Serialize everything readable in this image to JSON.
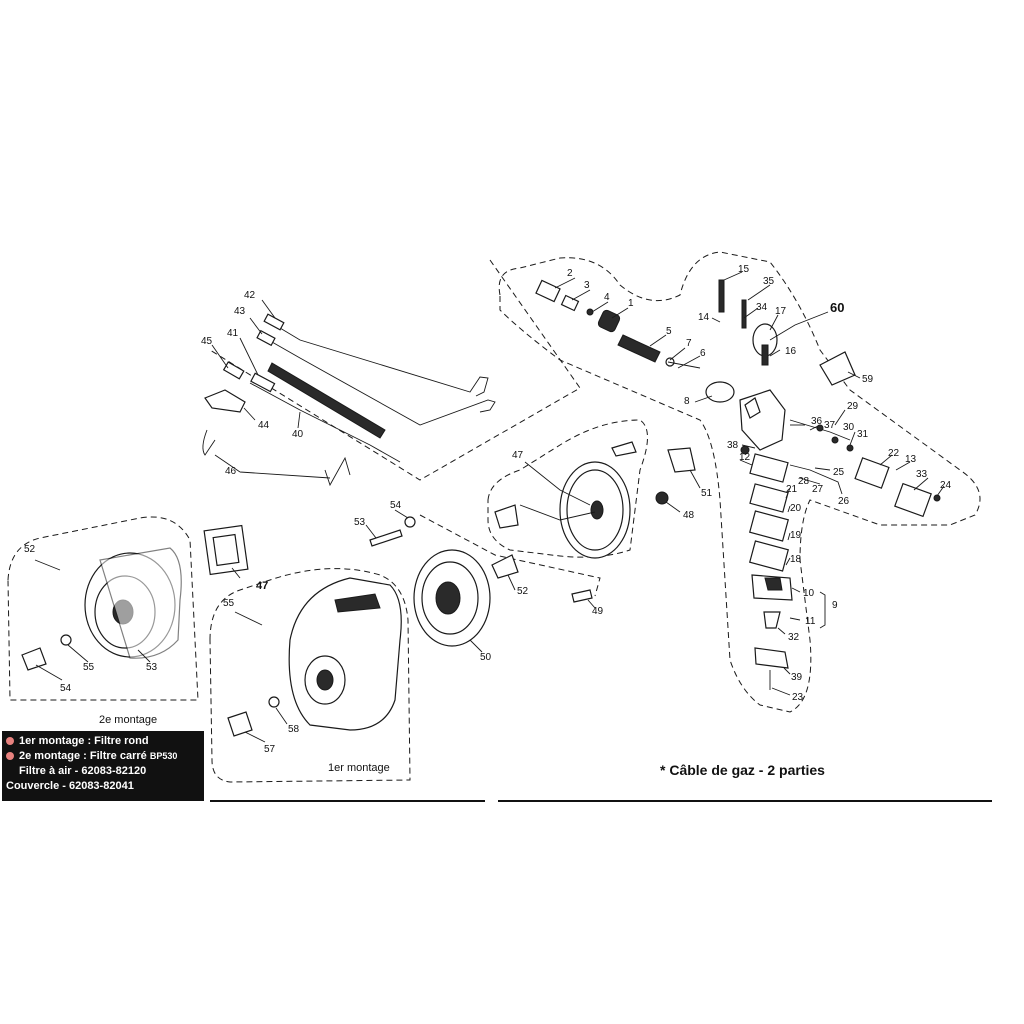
{
  "callouts": {
    "n1": "1",
    "n2": "2",
    "n3": "3",
    "n4": "4",
    "n5": "5",
    "n6": "6",
    "n7": "7",
    "n8": "8",
    "n9": "9",
    "n10": "10",
    "n11": "11",
    "n12": "12",
    "n13": "13",
    "n14": "14",
    "n15": "15",
    "n16": "16",
    "n17": "17",
    "n18": "18",
    "n19": "19",
    "n20": "20",
    "n21": "21",
    "n22": "22",
    "n23": "23",
    "n24": "24",
    "n25": "25",
    "n26": "26",
    "n27": "27",
    "n28": "28",
    "n29": "29",
    "n30": "30",
    "n31": "31",
    "n32": "32",
    "n33": "33",
    "n34": "34",
    "n35": "35",
    "n36": "36",
    "n37": "37",
    "n38": "38",
    "n39": "39",
    "n40": "40",
    "n41": "41",
    "n42": "42",
    "n43": "43",
    "n44": "44",
    "n45": "45",
    "n46": "46",
    "n47": "47",
    "n48": "48",
    "n49": "49",
    "n50": "50",
    "n51": "51",
    "n52": "52",
    "n53": "53",
    "n54": "54",
    "n55": "55",
    "n57": "57",
    "n58": "58",
    "n59": "59",
    "n60": "60"
  },
  "inset_second": {
    "n52": "52",
    "n47": "47",
    "n55": "55",
    "n53": "53",
    "n54": "54",
    "caption": "2e montage"
  },
  "inset_first_caption": "1er montage",
  "legend": {
    "line1": "1er montage : Filtre rond",
    "line2_main": "2e montage : Filtre carré ",
    "line2_small": "BP530",
    "line3": "Filtre à air - 62083-82120",
    "line4": "Couvercle - 62083-82041"
  },
  "note": "* Câble de gaz - 2 parties",
  "colors": {
    "legend_bg": "#111111",
    "bullet": "#e8827f",
    "ink": "#1a1a1a"
  }
}
